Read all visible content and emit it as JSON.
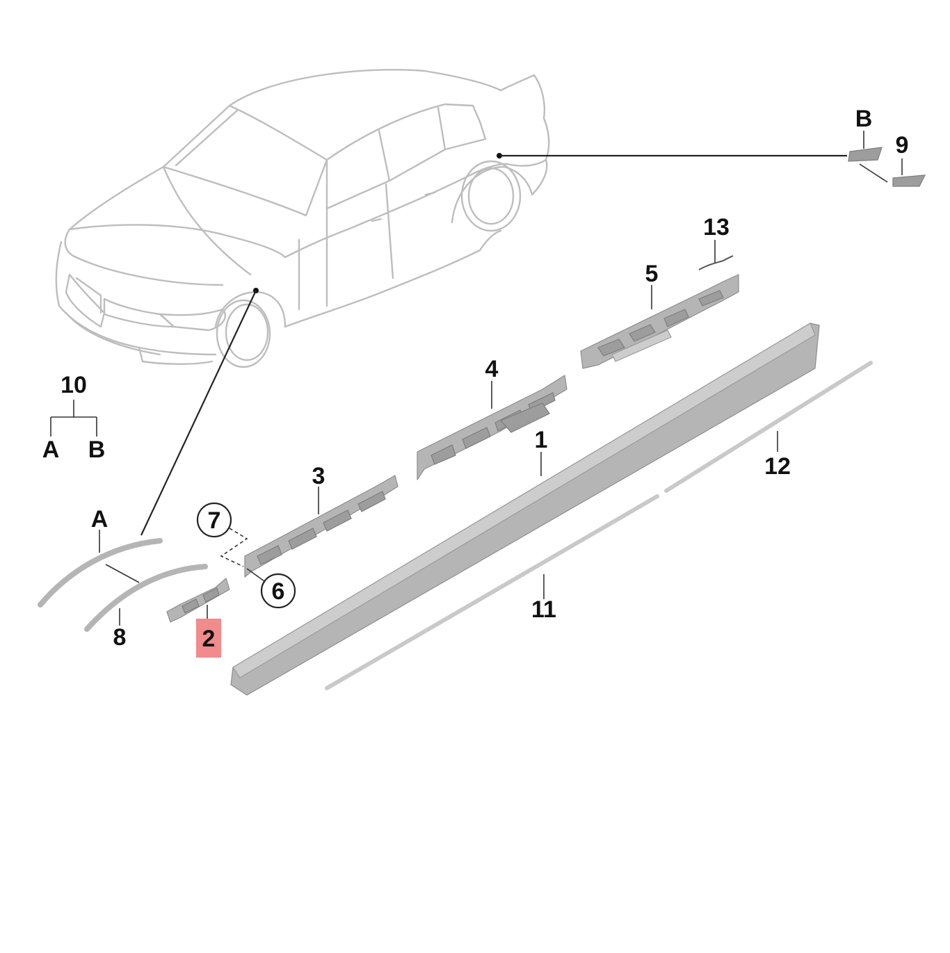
{
  "callouts": {
    "1": "1",
    "2": "2",
    "3": "3",
    "4": "4",
    "5": "5",
    "6": "6",
    "7": "7",
    "8": "8",
    "9": "9",
    "10": "10",
    "11": "11",
    "12": "12",
    "13": "13"
  },
  "letters": {
    "A_tree": "A",
    "B_tree": "B",
    "A_part": "A",
    "B_part": "B"
  },
  "highlight": {
    "item": "2",
    "color": "#f28b8b"
  },
  "colors": {
    "car_outline": "#bdbdbd",
    "part_fill": "#b5b5b5",
    "leader": "#222222"
  }
}
